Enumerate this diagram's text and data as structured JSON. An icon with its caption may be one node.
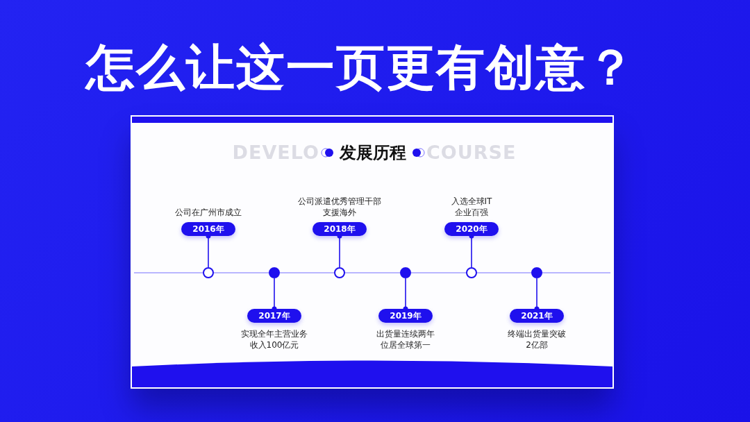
{
  "diagram": {
    "title": "怎么让这一页更有创意？",
    "nodes": [
      {
        "text": [
          "2016年"
        ],
        "beside": [
          "公司在广州市成立"
        ]
      },
      {
        "text": [
          "2017年"
        ],
        "beside": [
          "实现全年主营业务收入100亿元"
        ]
      },
      {
        "text": [
          "2018年"
        ],
        "beside": [
          "公司派遣优秀管理干部支援海外"
        ]
      },
      {
        "text": [
          "2019年"
        ],
        "beside": [
          "出货量连续两年位居全球第一"
        ]
      },
      {
        "text": [
          "2020年"
        ],
        "beside": [
          "入选全球IT企业百强"
        ]
      },
      {
        "text": [
          "2021年"
        ],
        "beside": [
          "终端出货量突破2亿部"
        ]
      },
      {
        "text": [],
        "shape": "circle"
      },
      {
        "text": [],
        "shape": "circle"
      },
      {
        "text": [],
        "shape": "circle"
      },
      {
        "text": [],
        "shape": "circle"
      },
      {
        "text": [],
        "shape": "circle"
      },
      {
        "text": [],
        "shape": "circle"
      }
    ],
    "edges": [
      {
        "from": 0,
        "to": 6,
        "arrow": "other"
      },
      {
        "from": 1,
        "to": 7,
        "arrow": "other"
      },
      {
        "from": 2,
        "to": 8,
        "arrow": "other"
      },
      {
        "from": 3,
        "to": 9,
        "arrow": "other"
      },
      {
        "from": 4,
        "to": 10,
        "arrow": "other"
      },
      {
        "from": 5,
        "to": 11,
        "arrow": "other"
      }
    ],
    "labels": [
      "DEVELO",
      "发展历程",
      "COURSE"
    ]
  }
}
